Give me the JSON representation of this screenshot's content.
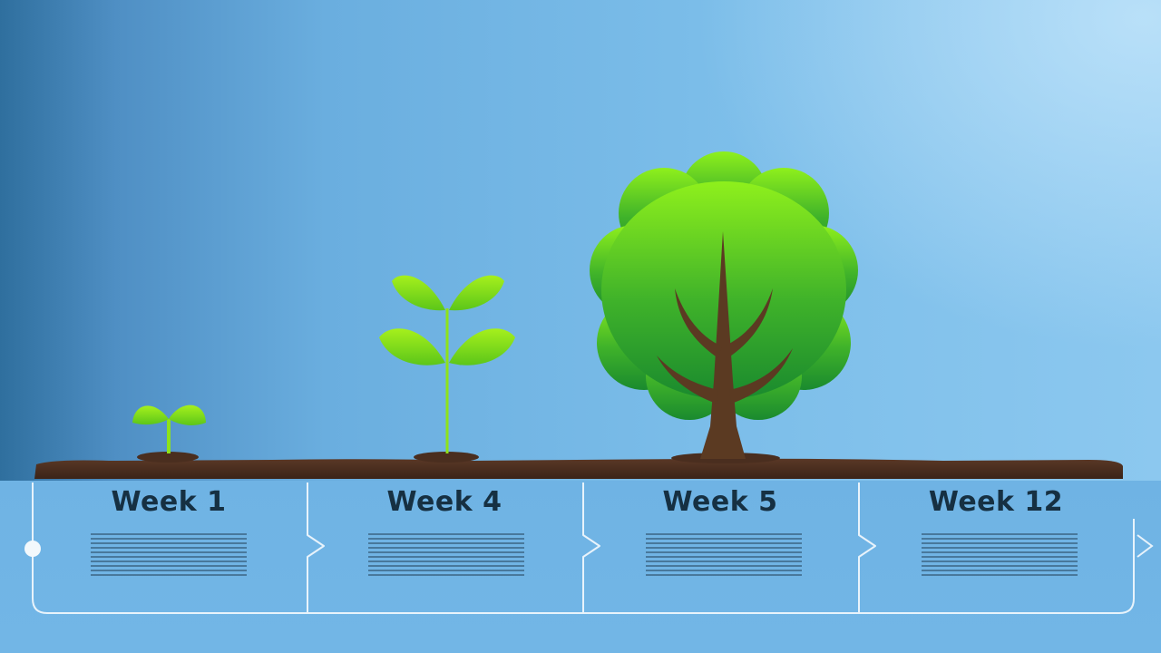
{
  "timeline": {
    "steps": [
      {
        "label": "Week 1"
      },
      {
        "label": "Week 4"
      },
      {
        "label": "Week 5"
      },
      {
        "label": "Week 12"
      }
    ]
  },
  "colors": {
    "soil": "#4a2e1f",
    "leaf_light": "#9ef01a",
    "leaf_dark": "#1f8f2a",
    "trunk": "#5b3a22",
    "title_text": "#163042",
    "line": "#e8f3fb"
  },
  "icons": [
    "sprout-icon",
    "seedling-icon",
    "tree-icon",
    "chevron-right-icon",
    "start-dot-icon"
  ]
}
